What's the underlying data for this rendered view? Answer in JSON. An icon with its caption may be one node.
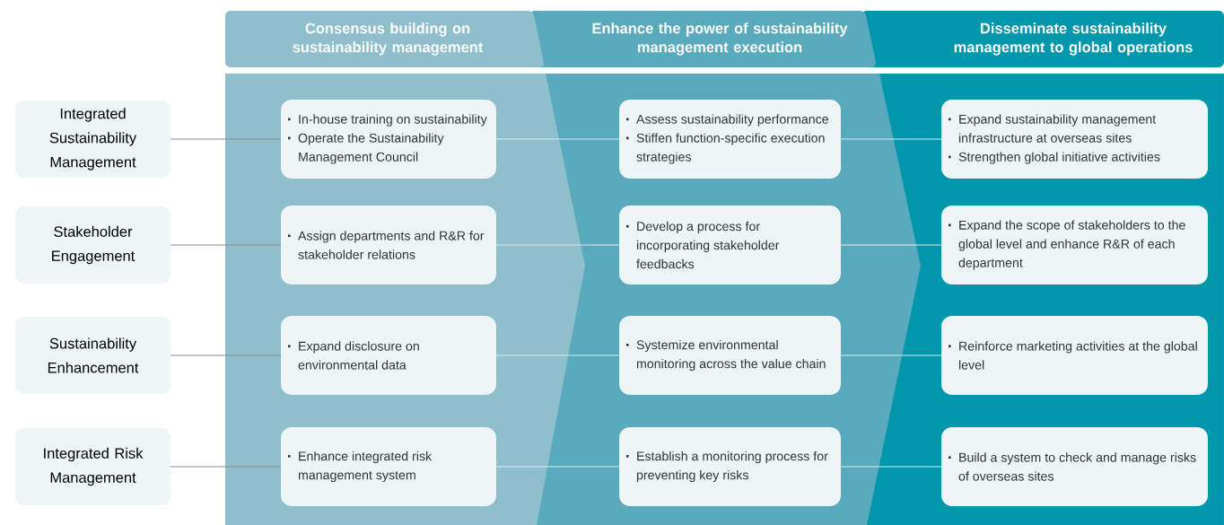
{
  "diagram": {
    "nodes": [
      {
        "text": [
          "Consensus building on sustainability management"
        ]
      },
      {
        "text": [
          "Enhance the power of sustainability management execution"
        ]
      },
      {
        "text": [
          "Disseminate sustainability management to global operations"
        ]
      },
      {
        "text": [
          "Integrated Sustainability Management"
        ]
      },
      {
        "text": [
          "In-house training on sustainability",
          "Operate the Sustainability Management Council"
        ],
        "in": 0
      },
      {
        "text": [
          "Assess sustainability performance",
          "Stiffen function-specific execution strategies"
        ],
        "in": 1
      },
      {
        "text": [
          "Expand sustainability management infrastructure at overseas sites",
          "Strengthen global initiative activities"
        ],
        "in": 2
      },
      {
        "text": [
          "Stakeholder Engagement"
        ]
      },
      {
        "text": [
          "Assign departments and R&R for stakeholder relations"
        ],
        "in": 0
      },
      {
        "text": [
          "Develop a process for incorporating stakeholder feedbacks"
        ],
        "in": 1
      },
      {
        "text": [
          "Expand the scope of stakeholders to the global level and enhance R&R of each department"
        ],
        "in": 2
      },
      {
        "text": [
          "Sustainability Enhancement"
        ]
      },
      {
        "text": [
          "Expand disclosure on environmental data"
        ],
        "in": 0
      },
      {
        "text": [
          "Systemize environmental monitoring across the value chain"
        ],
        "in": 1
      },
      {
        "text": [
          "Reinforce marketing activities at the global level"
        ],
        "in": 2
      },
      {
        "text": [
          "Integrated Risk Management"
        ]
      },
      {
        "text": [
          "Enhance integrated risk management system"
        ],
        "in": 0
      },
      {
        "text": [
          "Establish a monitoring process for preventing key risks"
        ],
        "in": 1
      },
      {
        "text": [
          "Build a system to check and manage risks of overseas sites"
        ],
        "in": 2
      }
    ],
    "edges": [
      {
        "from": 3,
        "to": 4,
        "arrow": "none",
        "color": "#8c8c8c"
      },
      {
        "from": 4,
        "to": 5,
        "arrow": "none"
      },
      {
        "from": 5,
        "to": 6,
        "arrow": "none"
      },
      {
        "from": 7,
        "to": 8,
        "arrow": "none",
        "color": "#8c8c8c"
      },
      {
        "from": 8,
        "to": 9,
        "arrow": "none"
      },
      {
        "from": 9,
        "to": 10,
        "arrow": "none"
      },
      {
        "from": 11,
        "to": 12,
        "arrow": "none",
        "color": "#8c8c8c"
      },
      {
        "from": 12,
        "to": 13,
        "arrow": "none"
      },
      {
        "from": 13,
        "to": 14,
        "arrow": "none"
      },
      {
        "from": 15,
        "to": 16,
        "arrow": "none",
        "color": "#8c8c8c"
      },
      {
        "from": 16,
        "to": 17,
        "arrow": "none"
      },
      {
        "from": 17,
        "to": 18,
        "arrow": "none"
      }
    ]
  }
}
